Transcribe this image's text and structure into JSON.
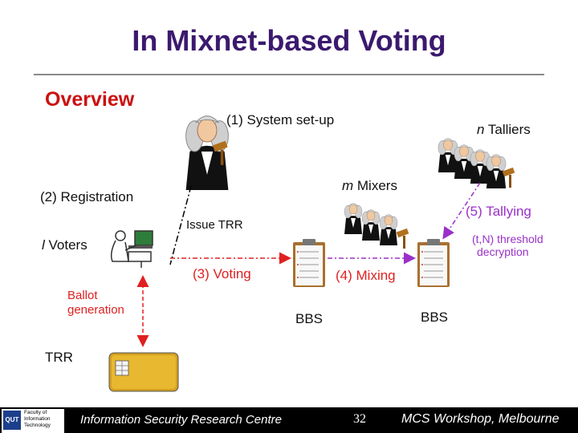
{
  "slide": {
    "title": "In Mixnet-based Voting",
    "subtitle": "Overview"
  },
  "labels": {
    "system_setup": "(1) System set-up",
    "talliers_var": "n",
    "talliers": " Talliers",
    "mixers_var": "m",
    "mixers": " Mixers",
    "registration": "(2) Registration",
    "tallying": "(5) Tallying",
    "issue_trr": "Issue TRR",
    "threshold_line1": "(t,N) threshold",
    "threshold_line2": "decryption",
    "voters_var": "l",
    "voters": " Voters",
    "voting": "(3) Voting",
    "mixing": "(4) Mixing",
    "ballot_line1": "Ballot",
    "ballot_line2": "generation",
    "bbs_left": "BBS",
    "bbs_right": "BBS",
    "trr": "TRR"
  },
  "footer": {
    "logo_mark": "QUT",
    "logo_line1": "Faculty of",
    "logo_line2": "Information",
    "logo_line3": "Technology",
    "centre": "Information Security Research Centre",
    "page": "32",
    "event": "MCS Workshop, Melbourne"
  },
  "colors": {
    "title": "#3b1a6e",
    "accent_red": "#e02020",
    "accent_purple": "#9b30c8",
    "footer_bg": "#000000"
  },
  "icons": [
    "judge-icon",
    "talliers-icon",
    "mixers-icon",
    "voter-computer-icon",
    "bbs-clipboard-icon",
    "smart-card-icon"
  ]
}
